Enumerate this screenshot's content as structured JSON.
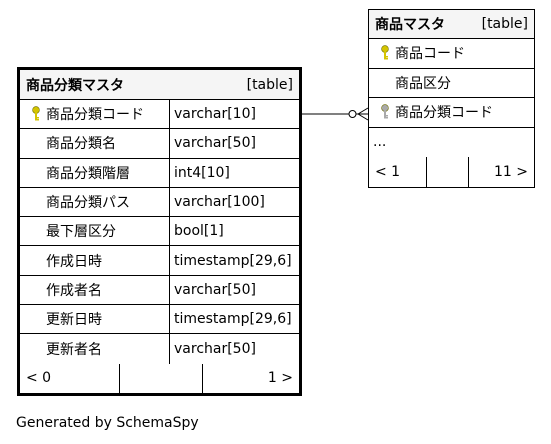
{
  "main_table": {
    "name": "商品分類マスタ",
    "kind": "[table]",
    "columns": [
      {
        "name": "商品分類コード",
        "type": "varchar[10]",
        "key": "primary"
      },
      {
        "name": "商品分類名",
        "type": "varchar[50]",
        "key": "none"
      },
      {
        "name": "商品分類階層",
        "type": "int4[10]",
        "key": "none"
      },
      {
        "name": "商品分類パス",
        "type": "varchar[100]",
        "key": "none"
      },
      {
        "name": "最下層区分",
        "type": "bool[1]",
        "key": "none"
      },
      {
        "name": "作成日時",
        "type": "timestamp[29,6]",
        "key": "none"
      },
      {
        "name": "作成者名",
        "type": "varchar[50]",
        "key": "none"
      },
      {
        "name": "更新日時",
        "type": "timestamp[29,6]",
        "key": "none"
      },
      {
        "name": "更新者名",
        "type": "varchar[50]",
        "key": "none"
      }
    ],
    "footer": {
      "left": "< 0",
      "middle": "",
      "right": "1 >"
    }
  },
  "related_table": {
    "name": "商品マスタ",
    "kind": "[table]",
    "columns": [
      {
        "name": "商品コード",
        "key": "primary"
      },
      {
        "name": "商品区分",
        "key": "none"
      },
      {
        "name": "商品分類コード",
        "key": "foreign"
      },
      {
        "name": "...",
        "key": "none"
      }
    ],
    "footer": {
      "left": "< 1",
      "middle": "",
      "right": "11 >"
    }
  },
  "colors": {
    "primary_key": "#d4c400",
    "foreign_key": "#a9a9a9",
    "header_bg": "#f5f5f5"
  },
  "caption": "Generated by SchemaSpy"
}
